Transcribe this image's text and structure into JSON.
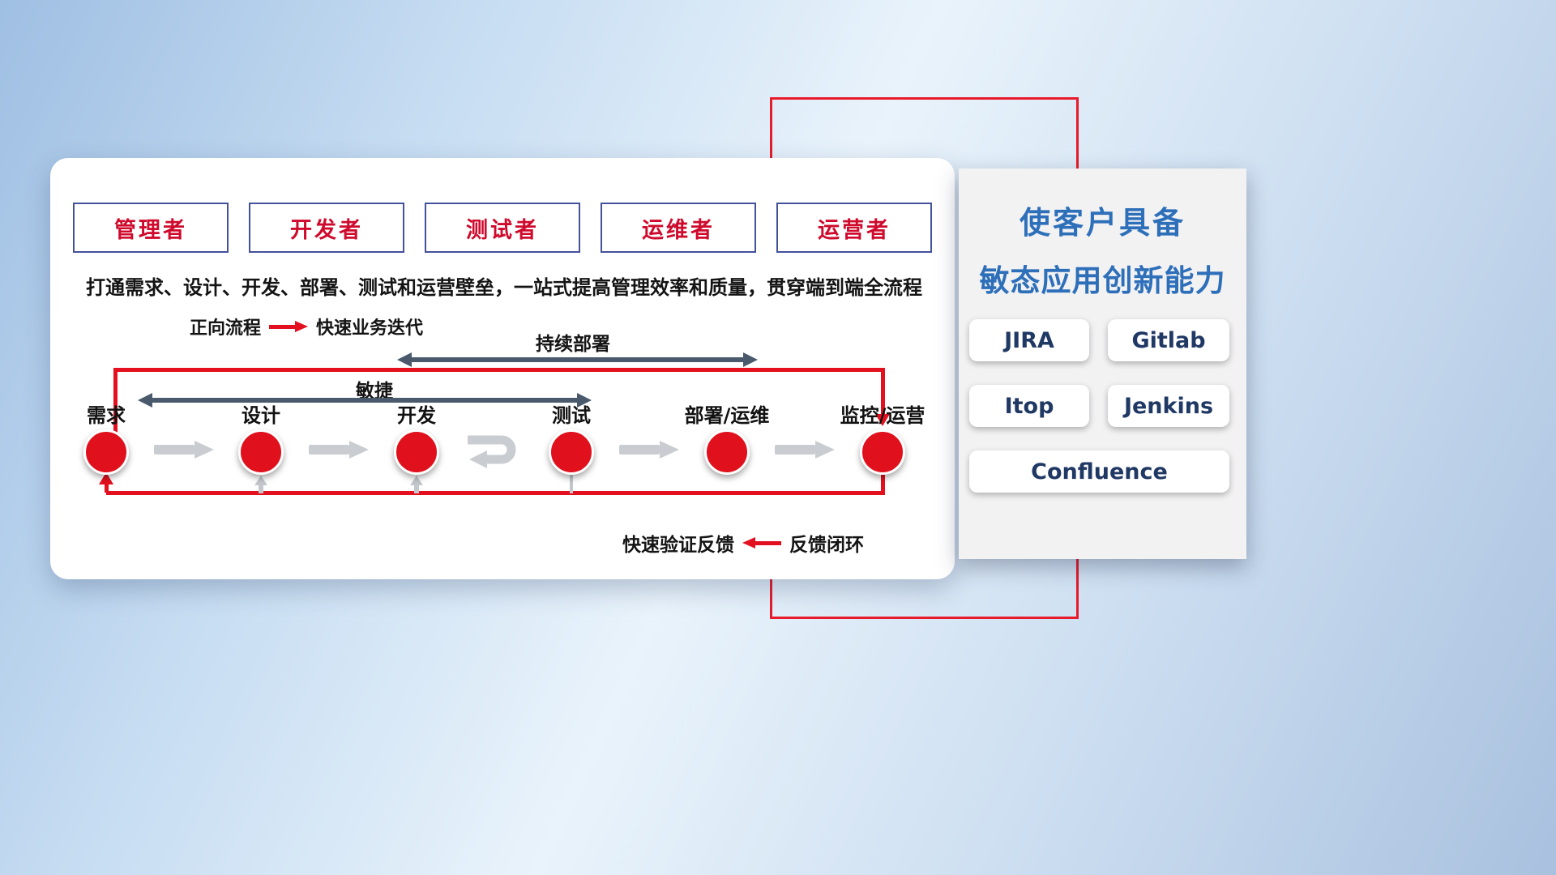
{
  "main_panel": {
    "roles": [
      {
        "label": "管理者"
      },
      {
        "label": "开发者"
      },
      {
        "label": "测试者"
      },
      {
        "label": "运维者"
      },
      {
        "label": "运营者"
      }
    ],
    "description": "打通需求、设计、开发、部署、测试和运营壁垒，一站式提高管理效率和质量，贯穿端到端全流程",
    "forward_legend": {
      "label": "正向流程",
      "value": "快速业务迭代"
    },
    "continuous_deploy_label": "持续部署",
    "agile_label": "敏捷",
    "stages": [
      {
        "label": "需求"
      },
      {
        "label": "设计"
      },
      {
        "label": "开发"
      },
      {
        "label": "测试"
      },
      {
        "label": "部署/运维"
      },
      {
        "label": "监控/运营"
      }
    ],
    "feedback_legend": {
      "label": "快速验证反馈",
      "value": "反馈闭环"
    }
  },
  "right_panel": {
    "title_line1": "使客户具备",
    "title_line2": "敏态应用创新能力",
    "tools": [
      {
        "label": "JIRA"
      },
      {
        "label": "Gitlab"
      },
      {
        "label": "Itop"
      },
      {
        "label": "Jenkins"
      },
      {
        "label": "Confluence"
      }
    ]
  },
  "colors": {
    "accent_red": "#e3101f",
    "title_blue": "#2e6fba",
    "arrow_slate": "#4a5a6c",
    "role_text_red": "#cf0a2c",
    "role_border_blue": "#44519b",
    "tool_text_navy": "#203864",
    "flow_arrow_gray": "#c9cdd2"
  }
}
